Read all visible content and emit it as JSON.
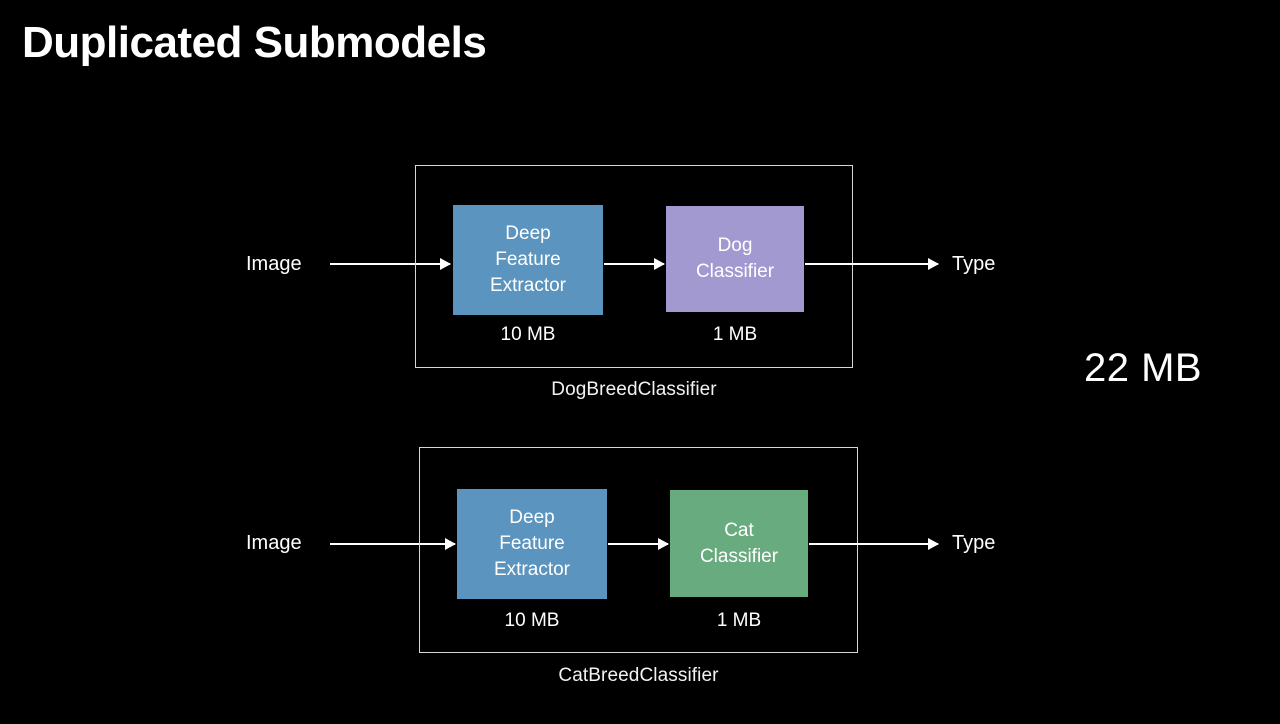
{
  "slide": {
    "title": "Duplicated Submodels",
    "background_color": "#000000",
    "text_color": "#ffffff",
    "total_size": "22 MB"
  },
  "palette": {
    "feature_extractor": "#5B94BE",
    "dog_classifier": "#A199CF",
    "cat_classifier": "#68AB7E",
    "outline": "#d6d6d6"
  },
  "pipelines": [
    {
      "caption": "DogBreedClassifier",
      "input_label": "Image",
      "output_label": "Type",
      "stages": [
        {
          "label": "Deep\nFeature\nExtractor",
          "size": "10 MB",
          "color": "#5B94BE"
        },
        {
          "label": "Dog\nClassifier",
          "size": "1 MB",
          "color": "#A199CF"
        }
      ]
    },
    {
      "caption": "CatBreedClassifier",
      "input_label": "Image",
      "output_label": "Type",
      "stages": [
        {
          "label": "Deep\nFeature\nExtractor",
          "size": "10 MB",
          "color": "#5B94BE"
        },
        {
          "label": "Cat\nClassifier",
          "size": "1 MB",
          "color": "#68AB7E"
        }
      ]
    }
  ]
}
